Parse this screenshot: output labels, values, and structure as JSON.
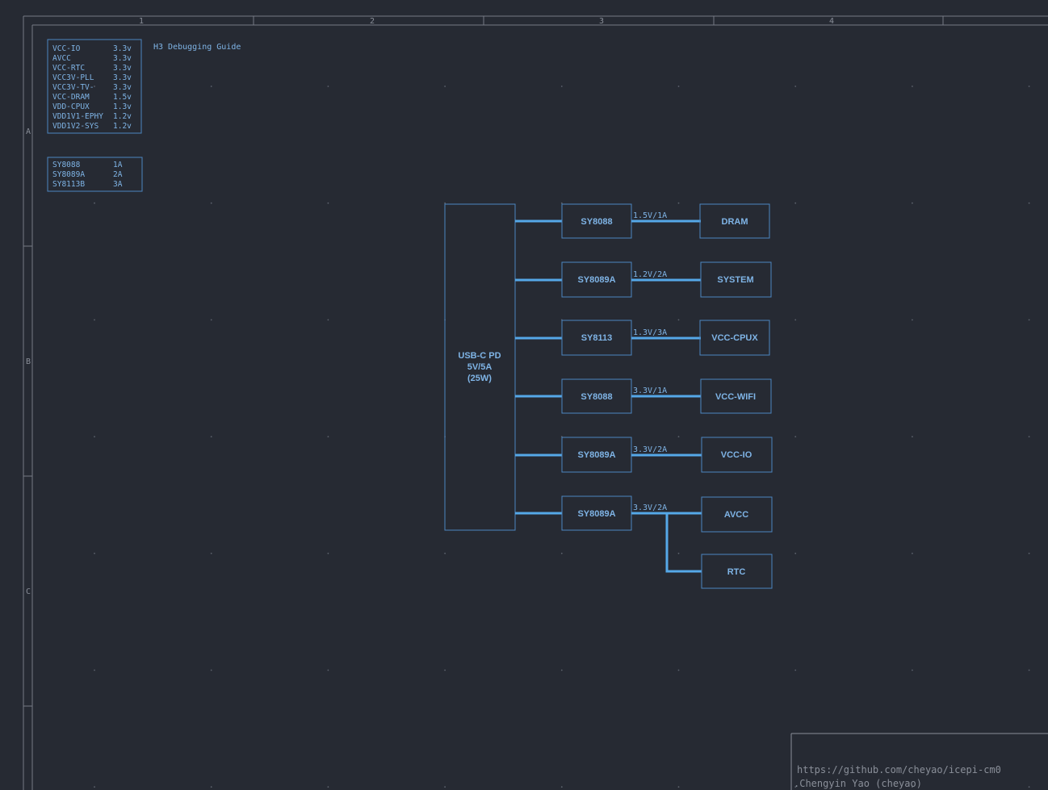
{
  "sheet": {
    "title": "H3 Debugging Guide",
    "columns": [
      "1",
      "2",
      "3",
      "4"
    ],
    "rows": [
      "A",
      "B",
      "C"
    ]
  },
  "voltage_table": [
    {
      "rail": "VCC-IO",
      "value": "3.3v"
    },
    {
      "rail": "AVCC",
      "value": "3.3v"
    },
    {
      "rail": "VCC-RTC",
      "value": "3.3v"
    },
    {
      "rail": "VCC3V-PLL",
      "value": "3.3v"
    },
    {
      "rail": "VCC3V-TV-",
      "value": "3.3v"
    },
    {
      "rail": "VCC-DRAM",
      "value": "1.5v"
    },
    {
      "rail": "VDD-CPUX",
      "value": "1.3v"
    },
    {
      "rail": "VDD1V1-EPHY",
      "value": "1.2v"
    },
    {
      "rail": "VDD1V2-SYS",
      "value": "1.2v"
    }
  ],
  "regulator_table": [
    {
      "part": "SY8088",
      "current": "1A"
    },
    {
      "part": "SY8089A",
      "current": "2A"
    },
    {
      "part": "SY8113B",
      "current": "3A"
    }
  ],
  "source": {
    "line1": "USB-C PD",
    "line2": "5V/5A",
    "line3": "(25W)"
  },
  "branches": [
    {
      "regulator": "SY8088",
      "label": "1.5V/1A",
      "load": "DRAM"
    },
    {
      "regulator": "SY8089A",
      "label": "1.2V/2A",
      "load": "SYSTEM"
    },
    {
      "regulator": "SY8113",
      "label": "1.3V/3A",
      "load": "VCC-CPUX"
    },
    {
      "regulator": "SY8088",
      "label": "3.3V/1A",
      "load": "VCC-WIFI"
    },
    {
      "regulator": "SY8089A",
      "label": "3.3V/2A",
      "load": "VCC-IO"
    },
    {
      "regulator": "SY8089A",
      "label": "3.3V/2A",
      "load": "AVCC"
    }
  ],
  "extra_load": "RTC",
  "title_block": {
    "url": "https://github.com/cheyao/icepi-cm0",
    "author": ".Chengyin Yao (cheyao)"
  },
  "colors": {
    "background": "#262a33",
    "frame": "#8a8f99",
    "outline": "#4c86c0",
    "wire": "#55a8e8",
    "text": "#7fb4e6"
  }
}
